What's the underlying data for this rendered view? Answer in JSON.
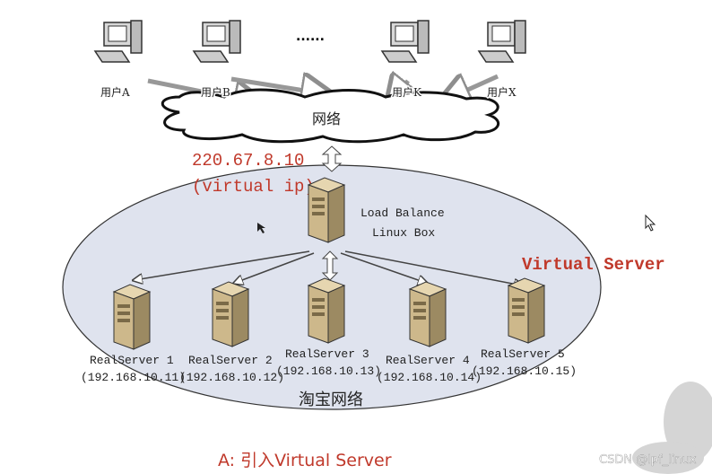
{
  "users": [
    {
      "label": "用户A"
    },
    {
      "label": "用户B"
    },
    {
      "label": "用户K"
    },
    {
      "label": "用户X"
    }
  ],
  "ellipsis": "......",
  "network_label": "网络",
  "virtual_ip": {
    "address": "220.67.8.10",
    "note": "(virtual ip)"
  },
  "load_balancer": {
    "line1": "Load Balance",
    "line2": "Linux Box"
  },
  "virtual_server_label": "Virtual Server",
  "real_servers": [
    {
      "name": "RealServer 1",
      "ip": "(192.168.10.11)"
    },
    {
      "name": "RealServer 2",
      "ip": "(192.168.10.12)"
    },
    {
      "name": "RealServer 3",
      "ip": "(192.168.10.13)"
    },
    {
      "name": "RealServer 4",
      "ip": "(192.168.10.14)"
    },
    {
      "name": "RealServer 5",
      "ip": "(192.168.10.15)"
    }
  ],
  "cluster_label": "淘宝网络",
  "caption": "A: 引入Virtual Server",
  "watermark": "CSDN @lpf_linux",
  "colors": {
    "accent_red": "#c0392b",
    "ellipse_fill": "#dfe3ee",
    "server_tan": "#c9b48a"
  }
}
